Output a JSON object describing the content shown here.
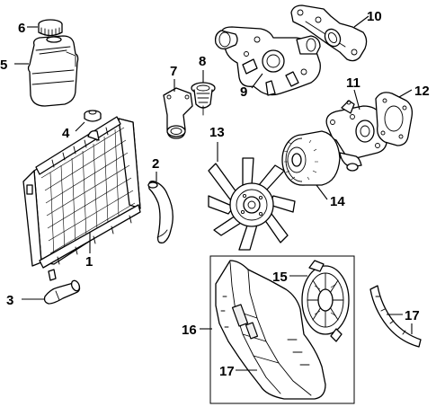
{
  "diagram": {
    "callouts": [
      {
        "id": "1",
        "label": "1"
      },
      {
        "id": "2",
        "label": "2"
      },
      {
        "id": "3",
        "label": "3"
      },
      {
        "id": "4",
        "label": "4"
      },
      {
        "id": "5",
        "label": "5"
      },
      {
        "id": "6",
        "label": "6"
      },
      {
        "id": "7",
        "label": "7"
      },
      {
        "id": "8",
        "label": "8"
      },
      {
        "id": "9",
        "label": "9"
      },
      {
        "id": "10",
        "label": "10"
      },
      {
        "id": "11",
        "label": "11"
      },
      {
        "id": "12",
        "label": "12"
      },
      {
        "id": "13",
        "label": "13"
      },
      {
        "id": "14",
        "label": "14"
      },
      {
        "id": "15",
        "label": "15"
      },
      {
        "id": "16",
        "label": "16"
      },
      {
        "id": "17a",
        "label": "17"
      },
      {
        "id": "17b",
        "label": "17"
      }
    ]
  }
}
